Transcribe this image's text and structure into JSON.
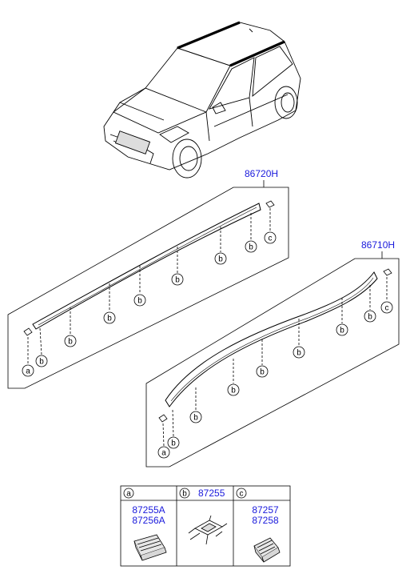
{
  "assemblies": [
    {
      "part_number": "86720H"
    },
    {
      "part_number": "86710H"
    }
  ],
  "callout_letters": {
    "a": "a",
    "b": "b",
    "c": "c"
  },
  "legend": {
    "columns": [
      {
        "letter": "a",
        "header_text": "",
        "part_numbers": [
          "87255A",
          "87256A"
        ]
      },
      {
        "letter": "b",
        "header_text": "87255",
        "part_numbers": []
      },
      {
        "letter": "c",
        "header_text": "",
        "part_numbers": [
          "87257",
          "87258"
        ]
      }
    ]
  },
  "colors": {
    "part_number": "#1a1adc",
    "line": "#000000"
  }
}
